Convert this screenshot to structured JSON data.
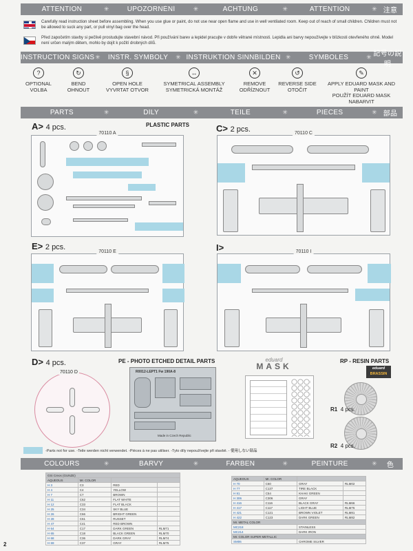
{
  "attention_band": [
    "ATTENTION",
    "UPOZORNĚNÍ",
    "ACHTUNG",
    "ATTENTION",
    "注意"
  ],
  "attention_en": "Carefully read instruction sheet before assembling. When you use glue or paint, do not use near open flame and use in well ventilated room. Keep out of reach of small children. Children must not be allowed to suck any part, or pull vinyl bag over the head.",
  "attention_cz": "Před započetím stavby si pečlivě prostudujte stavební návod. Při používání barev a lepidel pracujte v dobře větrané místnosti. Lepidla ani barvy nepoužívejte v blízkosti otevřeného ohně. Model není určen malým dětem, mohlo by dojít k požití drobných dílů.",
  "signs_band": [
    "INSTRUCTION SIGNS",
    "INSTR. SYMBOLY",
    "INSTRUKTION SINNBILDEN",
    "SYMBOLES",
    "記号の説明"
  ],
  "signs": [
    {
      "l1": "OPTIONAL",
      "l2": "VOLBA",
      "icon": "?"
    },
    {
      "l1": "BEND",
      "l2": "OHNOUT",
      "icon": "↻"
    },
    {
      "l1": "OPEN HOLE",
      "l2": "VYVRTAT OTVOR",
      "icon": "§"
    },
    {
      "l1": "SYMETRICAL ASSEMBLY",
      "l2": "SYMETRICKÁ MONTÁŽ",
      "icon": "↔"
    },
    {
      "l1": "REMOVE",
      "l2": "ODŘÍZNOUT",
      "icon": "✕"
    },
    {
      "l1": "REVERSE SIDE",
      "l2": "OTOČIT",
      "icon": "↺"
    },
    {
      "l1": "APPLY EDUARD MASK AND PAINT",
      "l2": "POUŽÍT EDUARD MASK NABARVIT",
      "icon": "✎"
    }
  ],
  "parts_band": [
    "PARTS",
    "DÍLY",
    "TEILE",
    "PIÈCES",
    "部品"
  ],
  "plastic_parts": "PLASTIC PARTS",
  "sprues": {
    "a": {
      "letter": "A>",
      "count": "4 pcs.",
      "code": "70110 A"
    },
    "c": {
      "letter": "C>",
      "count": "2 pcs.",
      "code": "70110 C"
    },
    "e": {
      "letter": "E>",
      "count": "2 pcs.",
      "code": "70110 E"
    },
    "i": {
      "letter": "I>",
      "count": "",
      "code": "70110 I"
    },
    "d": {
      "letter": "D>",
      "count": "4 pcs.",
      "code": "70110 D"
    }
  },
  "pe_title": "PE - PHOTO ETCHED DETAIL PARTS",
  "pe_code": "R0012-LEPT1 Fw 190A-8",
  "pe_made": "Made in Czech Republic",
  "mask_brand": "eduard",
  "mask_title": "MASK",
  "rp_title": "RP - RESIN PARTS",
  "rp_brand1": "eduard",
  "rp_brand2": "BRASSIN",
  "resin": [
    {
      "name": "R1",
      "count": "4 pcs."
    },
    {
      "name": "R2",
      "count": "4 pcs."
    }
  ],
  "legend_text": "-Parts not for use. -Teile werden nicht verwendet. -Pièces à ne pas utiliser. -Tyto díly nepoužívejte při stavbě. -  使用しない部品",
  "colours_band": [
    "COLOURS",
    "BARVY",
    "FARBEN",
    "PEINTURE",
    "色"
  ],
  "left_table": {
    "top": "GSi Creos (GUNZE)",
    "head": [
      "AQUEOUS",
      "Mr. COLOR",
      ""
    ],
    "rows": [
      [
        "H 3",
        "C3",
        "RED",
        ""
      ],
      [
        "H 4",
        "C4",
        "YELLOW",
        ""
      ],
      [
        "H 7",
        "C7",
        "BROWN",
        ""
      ],
      [
        "H 11",
        "C62",
        "FLAT WHITE",
        ""
      ],
      [
        "H 12",
        "C33",
        "FLAT BLACK",
        ""
      ],
      [
        "H 25",
        "C34",
        "SKY BLUE",
        ""
      ],
      [
        "H 26",
        "C66",
        "BRIGHT GREEN",
        ""
      ],
      [
        "H 28",
        "C61",
        "RUSSET",
        ""
      ],
      [
        "H 47",
        "C41",
        "RED BROWN",
        ""
      ],
      [
        "H 64",
        "C17",
        "DARK GREEN",
        "RLM71"
      ],
      [
        "H 65",
        "C18",
        "BLACK GREEN",
        "RLM70"
      ],
      [
        "H 68",
        "C36",
        "DARK GRAY",
        "RLM74"
      ],
      [
        "H 69",
        "C37",
        "GRAY",
        "RLM75"
      ]
    ]
  },
  "right_table": {
    "head": [
      "AQUEOUS",
      "Mr. COLOR",
      ""
    ],
    "rows": [
      [
        "H 70",
        "C60",
        "GRAY",
        "RLM02"
      ],
      [
        "H 77",
        "C137",
        "TIRE BLACK",
        ""
      ],
      [
        "H 81",
        "C54",
        "KHAKI GREEN",
        ""
      ],
      [
        "H 306",
        "C306",
        "GRAY",
        ""
      ],
      [
        "H 416",
        "C116",
        "BLACK GRAY",
        "RLM66"
      ],
      [
        "H 417",
        "C117",
        "LIGHT BLUE",
        "RLM76"
      ],
      [
        "H 421",
        "C121",
        "BROWN VIOLET",
        "RLM81"
      ],
      [
        "H 422",
        "C123",
        "DARK GREEN",
        "RLM82"
      ]
    ],
    "metal_head": "Mr. METAL COLOR",
    "metal_rows": [
      [
        "MC218",
        "STAINLESS"
      ],
      [
        "MC214",
        "DARK IRON"
      ]
    ],
    "super_head": "Mr. COLOR SUPER METALLIC",
    "super_rows": [
      [
        "SM06",
        "CHROME SILVER"
      ]
    ]
  },
  "page_number": "2"
}
